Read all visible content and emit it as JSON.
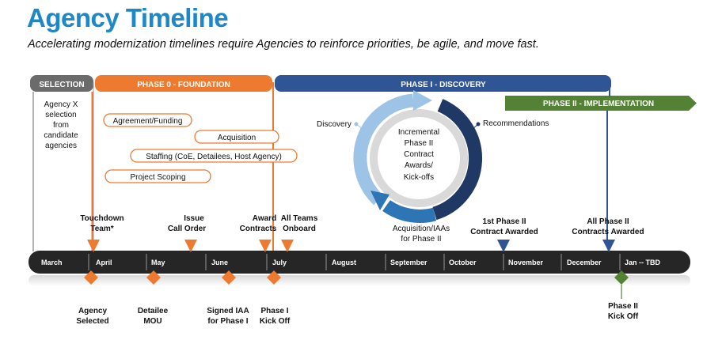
{
  "header": {
    "title": "Agency Timeline",
    "subtitle": "Accelerating modernization timelines require Agencies to reinforce priorities, be agile, and move fast."
  },
  "phases": {
    "selection": "SELECTION",
    "phase0": "PHASE 0 - FOUNDATION",
    "phase1": "PHASE I - DISCOVERY",
    "phase2": "PHASE II - IMPLEMENTATION"
  },
  "selection_text": [
    "Agency X",
    "selection",
    "from",
    "candidate",
    "agencies"
  ],
  "phase0_pills": [
    "Agreement/Funding",
    "Acquisition",
    "Staffing (CoE, Detailees, Host Agency)",
    "Project Scoping"
  ],
  "cycle": {
    "center": [
      "Incremental",
      "Phase II",
      "Contract",
      "Awards/",
      "Kick-offs"
    ],
    "discovery": "Discovery",
    "recommendations": "Recommendations",
    "acquisition": [
      "Acquisition/IAAs",
      "for Phase II"
    ]
  },
  "months": [
    "March",
    "April",
    "May",
    "June",
    "July",
    "August",
    "September",
    "October",
    "November",
    "December",
    "Jan -- TBD"
  ],
  "above_markers": {
    "touchdown": [
      "Touchdown",
      "Team*"
    ],
    "issue": [
      "Issue",
      "Call Order"
    ],
    "award": [
      "Award",
      "Contracts"
    ],
    "teams": [
      "All Teams",
      "Onboard"
    ],
    "first_phase2": [
      "1st Phase II",
      "Contract Awarded"
    ],
    "all_phase2": [
      "All Phase II",
      "Contracts Awarded"
    ]
  },
  "below_markers": {
    "agency_selected": [
      "Agency",
      "Selected"
    ],
    "detailee": [
      "Detailee",
      "MOU"
    ],
    "signed_iaa": [
      "Signed IAA",
      "for Phase I"
    ],
    "kickoff1": [
      "Phase I",
      "Kick Off"
    ],
    "kickoff2": [
      "Phase II",
      "Kick Off"
    ]
  },
  "colors": {
    "title": "#1c87c9",
    "selection": "#6b6b6b",
    "phase0": "#ee7a30",
    "phase1": "#2f5597",
    "phase2": "#548235",
    "timeline": "#262626"
  }
}
